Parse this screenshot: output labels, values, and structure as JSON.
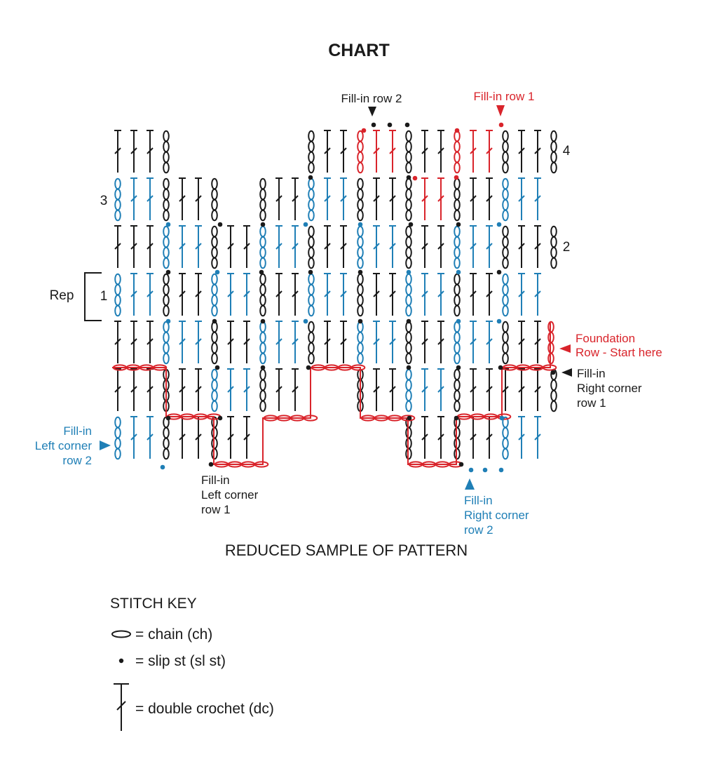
{
  "title": "CHART",
  "subtitle": "REDUCED SAMPLE OF PATTERN",
  "colors": {
    "black": "#1a1a1a",
    "blue": "#1f7fb6",
    "red": "#d9242b"
  },
  "row_labels": {
    "r1": "1",
    "r2": "2",
    "r3": "3",
    "r4": "4"
  },
  "rep_label": "Rep",
  "annotations": {
    "fill_in_row_2_top": "Fill-in row 2",
    "fill_in_row_1_top": "Fill-in row 1",
    "foundation": [
      "Foundation",
      "Row - Start here"
    ],
    "right_corner_row_1": [
      "Fill-in",
      "Right corner",
      "row 1"
    ],
    "left_corner_row_2": [
      "Fill-in",
      "Left corner",
      "row 2"
    ],
    "left_corner_row_1": [
      "Fill-in",
      "Left corner",
      "row 1"
    ],
    "right_corner_row_2": [
      "Fill-in",
      "Right corner",
      "row 2"
    ]
  },
  "stitch_key": {
    "heading": "STITCH KEY",
    "items": [
      {
        "icon": "chain-icon",
        "label": "= chain (ch)"
      },
      {
        "icon": "slip-stitch-icon",
        "label": "= slip st (sl st)"
      },
      {
        "icon": "double-crochet-icon",
        "label": "= double crochet (dc)"
      }
    ]
  }
}
